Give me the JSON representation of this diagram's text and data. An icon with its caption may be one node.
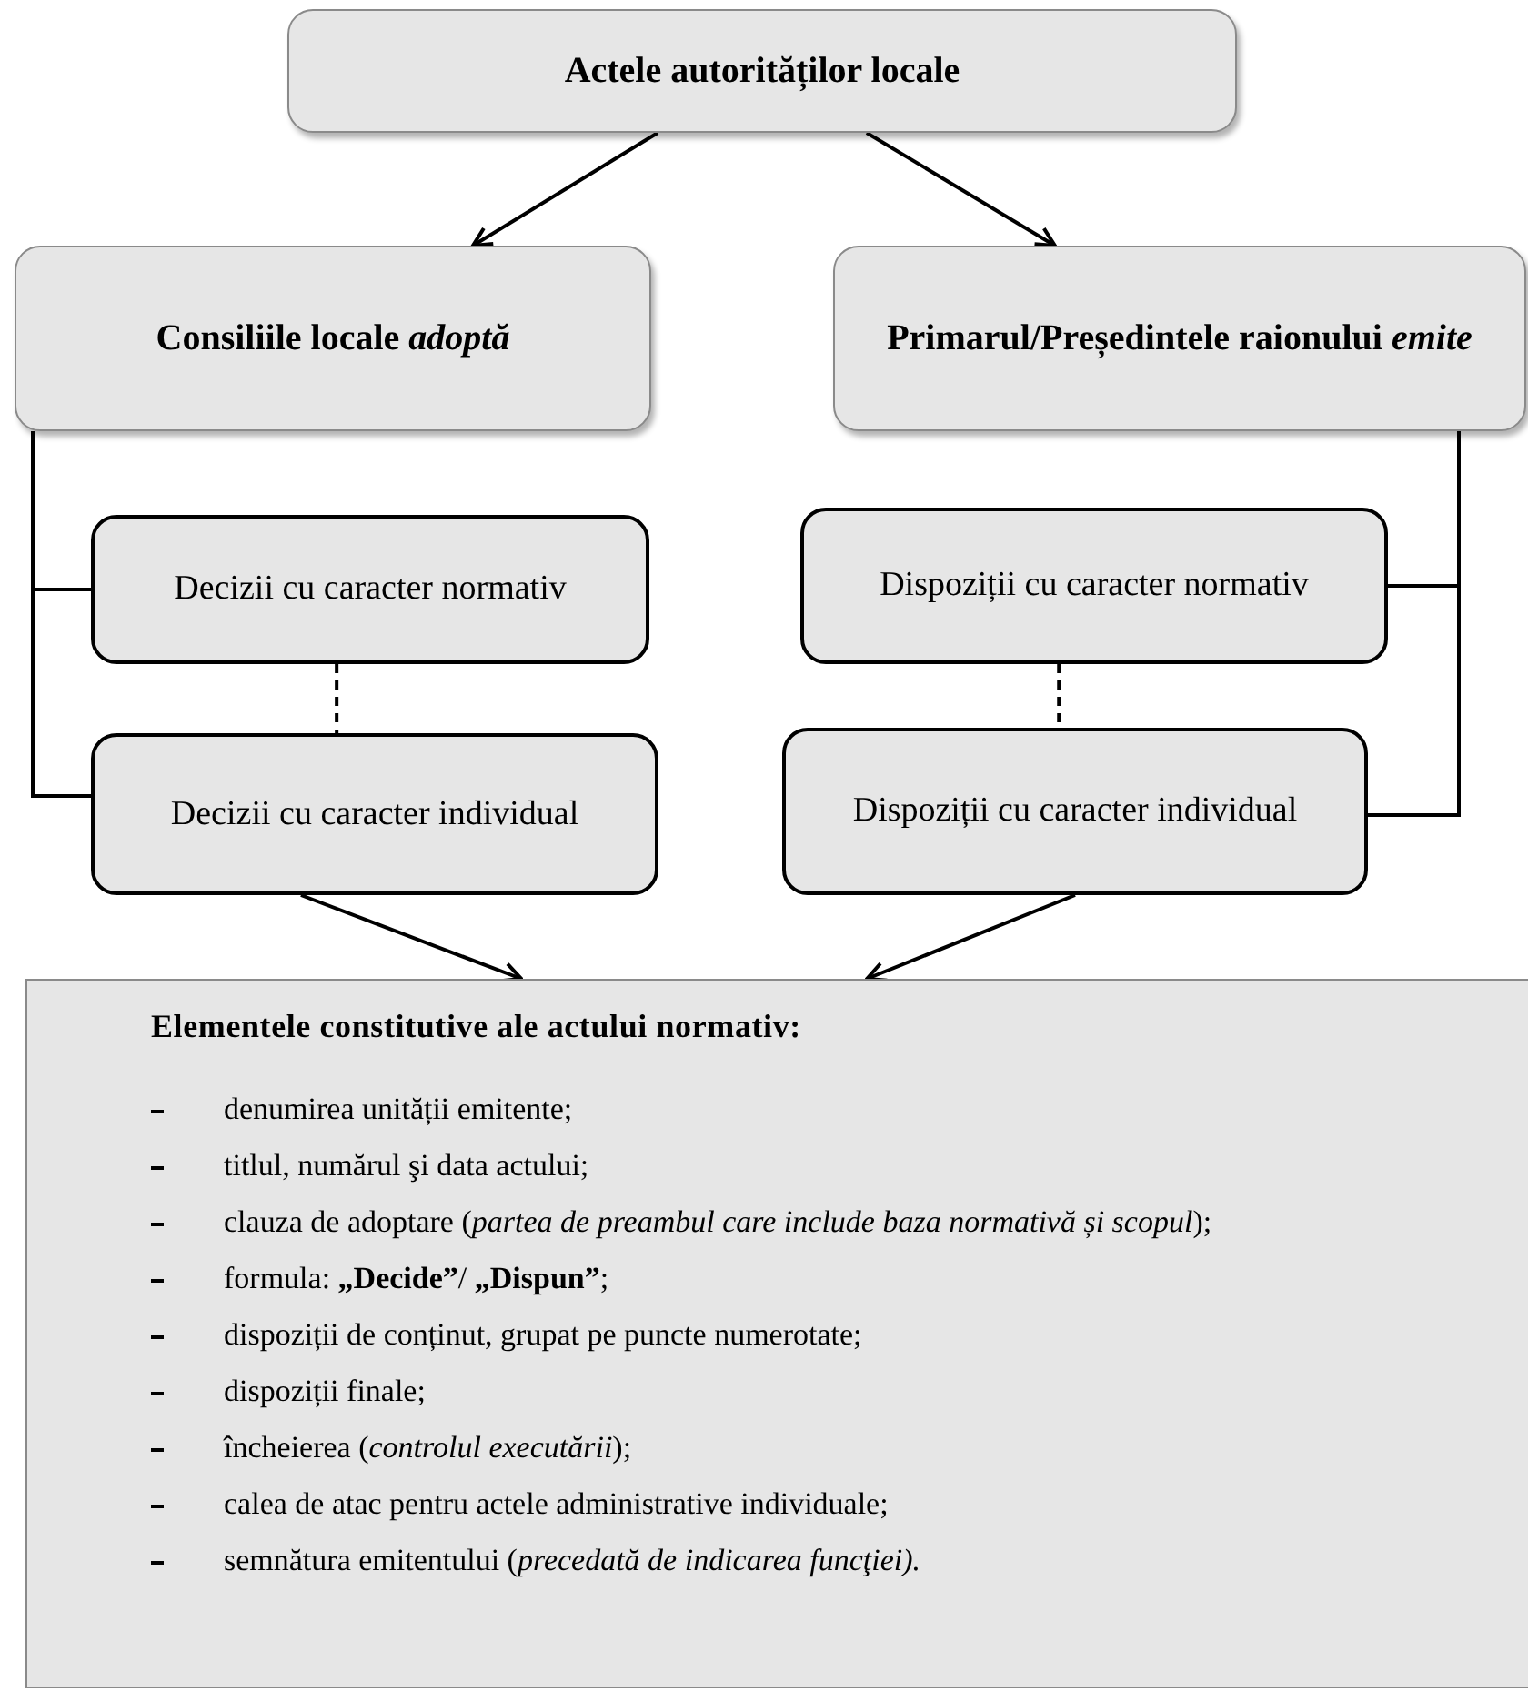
{
  "diagram": {
    "nodes": [
      {
        "text": [
          "Actele autorităților locale"
        ]
      },
      {
        "text": [
          "Consiliile locale *adoptă*"
        ]
      },
      {
        "text": [
          "Primarul/Președintele raionului *emite*"
        ]
      },
      {
        "text": [
          "Decizii cu caracter normativ"
        ]
      },
      {
        "text": [
          "Decizii cu caracter individual"
        ]
      },
      {
        "text": [
          "Dispoziții cu caracter normativ"
        ]
      },
      {
        "text": [
          "Dispoziții cu caracter individual"
        ]
      },
      {
        "text": [
          "Elementele constitutive ale actului normativ:",
          "denumirea unității emitente;",
          "titlul, numărul şi data actului;",
          "clauza de adoptare (*partea de preambul care include baza normativă și scopul*);",
          "formula: **„Decide”**/ **„Dispun”**;",
          "dispoziții de conținut, grupat pe puncte numerotate;",
          "dispoziții finale;",
          "încheierea (*controlul executării*);",
          "calea de atac pentru actele administrative individuale;",
          "semnătura emitentului (*precedată de indicarea funcţiei).*"
        ]
      }
    ],
    "edges": [
      {
        "from": 0,
        "to": 1,
        "arrow": "to"
      },
      {
        "from": 0,
        "to": 2,
        "arrow": "to"
      },
      {
        "from": 1,
        "to": 3,
        "arrow": "none"
      },
      {
        "from": 1,
        "to": 4,
        "arrow": "none"
      },
      {
        "from": 2,
        "to": 5,
        "arrow": "none"
      },
      {
        "from": 2,
        "to": 6,
        "arrow": "none"
      },
      {
        "from": 3,
        "to": 4,
        "arrow": "none",
        "style": "dashed"
      },
      {
        "from": 5,
        "to": 6,
        "arrow": "none",
        "style": "dashed"
      },
      {
        "from": 4,
        "to": 7,
        "arrow": "to"
      },
      {
        "from": 6,
        "to": 7,
        "arrow": "to"
      }
    ]
  }
}
